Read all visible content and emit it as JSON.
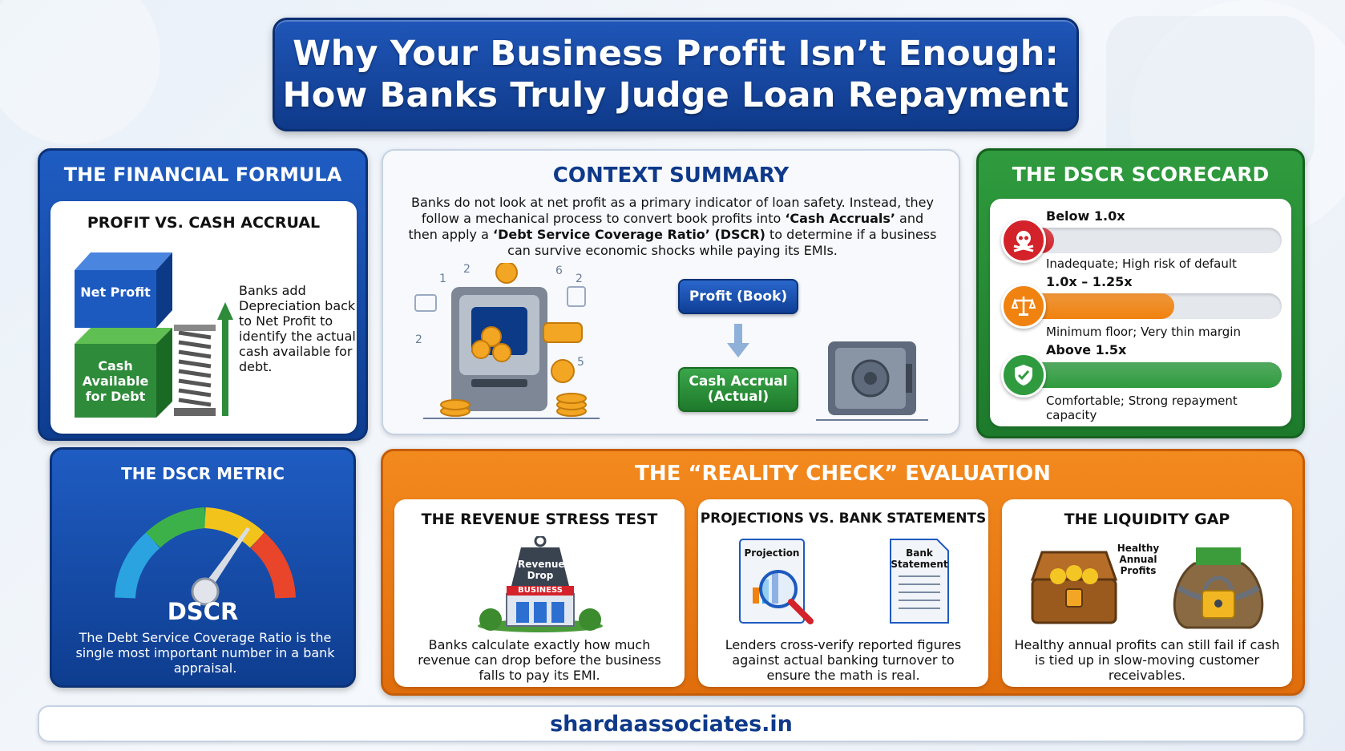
{
  "title": {
    "line1": "Why Your Business Profit Isn’t Enough:",
    "line2": "How Banks Truly Judge Loan Repayment"
  },
  "formula": {
    "heading": "THE FINANCIAL FORMULA",
    "card_title": "PROFIT VS. CASH ACCRUAL",
    "block_top": "Net Profit",
    "block_bottom": "Cash Available for Debt",
    "text": "Banks add Depreciation back to Net Profit to identify the actual cash available for debt."
  },
  "metric": {
    "heading": "THE DSCR METRIC",
    "gauge_label": "DSCR",
    "text": "The Debt Service Coverage Ratio is the single most important number in a bank appraisal."
  },
  "context": {
    "heading": "CONTEXT SUMMARY",
    "text_parts": {
      "a": "Banks do not look at net profit as a primary indicator of loan safety. Instead, they follow a mechanical process to convert book profits into ",
      "b": "‘Cash Accruals’",
      "c": " and then apply a ",
      "d": "‘Debt Service Coverage Ratio’ (DSCR)",
      "e": " to determine if a business can survive economic shocks while paying its EMIs."
    },
    "chip_profit": "Profit (Book)",
    "chip_cash": "Cash Accrual (Actual)"
  },
  "scorecard": {
    "heading": "THE DSCR SCORECARD",
    "tiers": [
      {
        "label": "Below 1.0x",
        "desc": "Inadequate; High risk of default",
        "fill": 0.15,
        "color": "#d3222a",
        "icon": "skull-icon"
      },
      {
        "label": "1.0x – 1.25x",
        "desc": "Minimum floor; Very thin margin",
        "fill": 0.6,
        "color": "#f0820f",
        "icon": "scales-icon"
      },
      {
        "label": "Above 1.5x",
        "desc": "Comfortable; Strong repayment capacity",
        "fill": 1.0,
        "color": "#2f9b3e",
        "icon": "shield-check-icon"
      }
    ]
  },
  "reality": {
    "heading": "THE “REALITY CHECK” EVALUATION",
    "cards": [
      {
        "title": "THE REVENUE STRESS TEST",
        "tag1": "Revenue Drop",
        "tag2": "BUSINESS",
        "text": "Banks calculate exactly how much revenue can drop before the business falls to pay its EMI."
      },
      {
        "title": "PROJECTIONS VS. BANK STATEMENTS",
        "doc1": "Projection",
        "doc2": "Bank Statement",
        "text": "Lenders cross-verify reported figures against actual banking turnover to ensure the math is real."
      },
      {
        "title": "THE LIQUIDITY GAP",
        "tag1": "Healthy Annual Profits",
        "text": "Healthy annual profits can still fail if cash is tied up in slow-moving customer receivables."
      }
    ]
  },
  "footer": {
    "site": "shardaassociates.in"
  }
}
